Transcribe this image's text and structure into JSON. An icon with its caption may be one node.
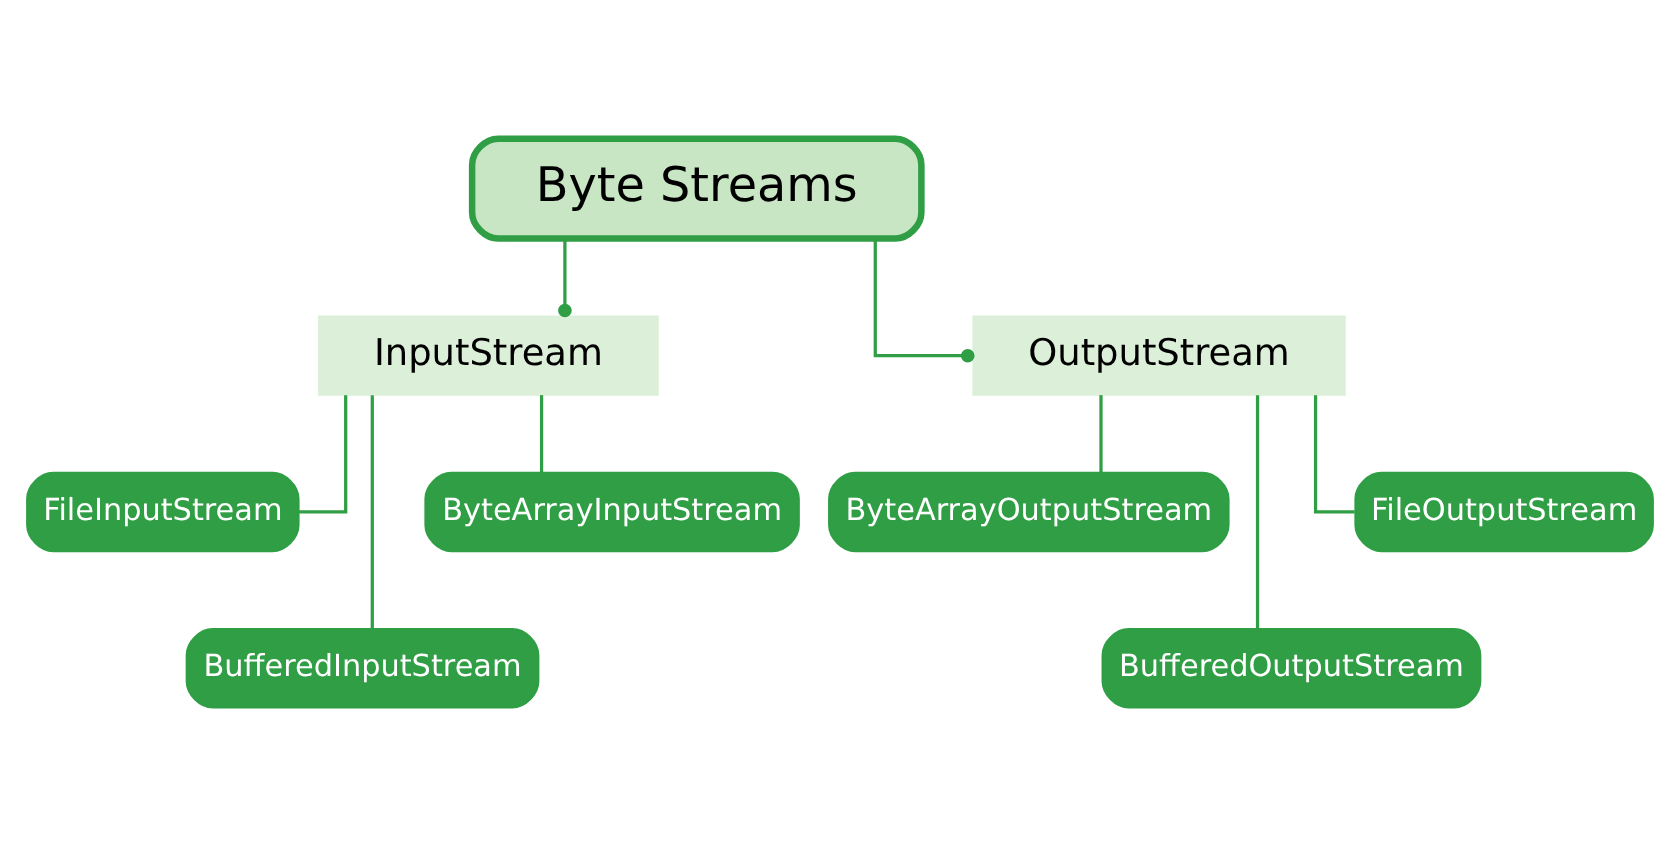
{
  "diagram": {
    "nodes": [
      {
        "text": [
          "Byte Streams"
        ]
      },
      {
        "text": [
          "InputStream"
        ]
      },
      {
        "text": [
          "OutputStream"
        ]
      },
      {
        "text": [
          "FileInputStream"
        ]
      },
      {
        "text": [
          "BufferedInputStream"
        ]
      },
      {
        "text": [
          "ByteArrayInputStream"
        ]
      },
      {
        "text": [
          "ByteArrayOutputStream"
        ]
      },
      {
        "text": [
          "BufferedOutputStream"
        ]
      },
      {
        "text": [
          "FileOutputStream"
        ]
      }
    ],
    "edges": [
      {
        "from": 0,
        "to": 1,
        "arrow": "other"
      },
      {
        "from": 0,
        "to": 2,
        "arrow": "other"
      },
      {
        "from": 1,
        "to": 3,
        "arrow": "none"
      },
      {
        "from": 1,
        "to": 4,
        "arrow": "none"
      },
      {
        "from": 1,
        "to": 5,
        "arrow": "none"
      },
      {
        "from": 2,
        "to": 6,
        "arrow": "none"
      },
      {
        "from": 2,
        "to": 7,
        "arrow": "none"
      },
      {
        "from": 2,
        "to": 8,
        "arrow": "none"
      }
    ]
  }
}
